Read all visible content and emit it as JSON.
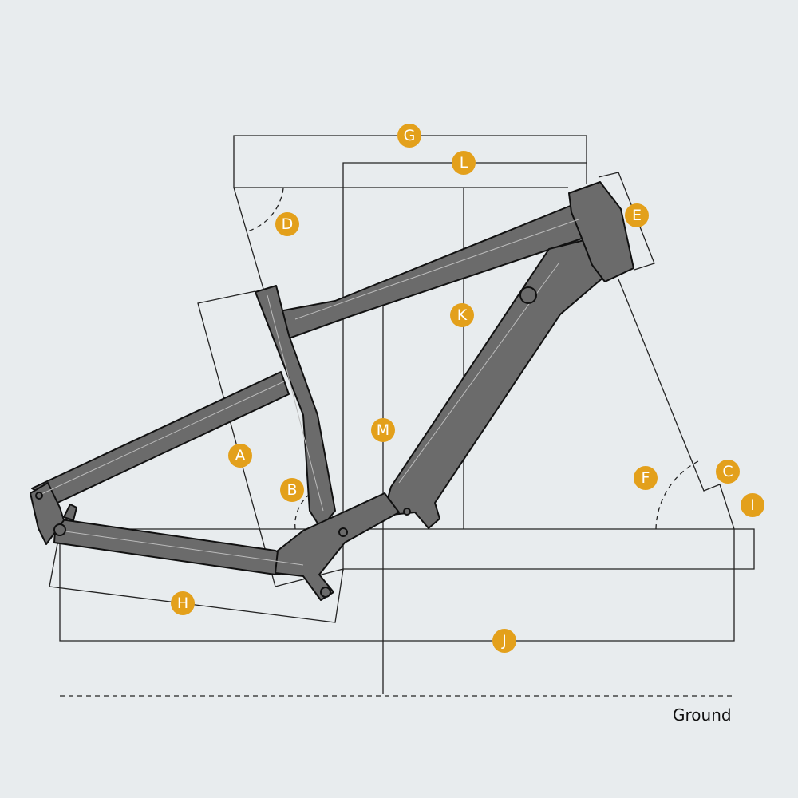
{
  "labels": {
    "A": "A",
    "B": "B",
    "C": "C",
    "D": "D",
    "E": "E",
    "F": "F",
    "G": "G",
    "H": "H",
    "I": "I",
    "J": "J",
    "K": "K",
    "L": "L",
    "M": "M"
  },
  "ground_label": "Ground",
  "colors": {
    "background": "#e8ecee",
    "frame": "#6b6b6b",
    "badge": "#e3a01b",
    "line": "#222222"
  }
}
